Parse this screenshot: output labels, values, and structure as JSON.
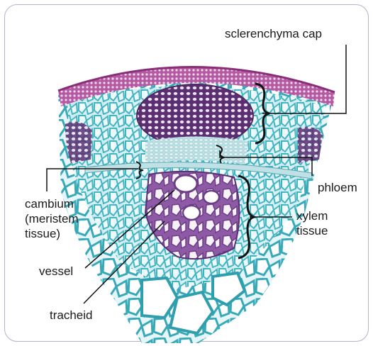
{
  "labels": {
    "sclerenchyma_cap": "sclerenchyma cap",
    "phloem": "phloem",
    "xylem_line1": "xylem",
    "xylem_line2": "tissue",
    "cambium_line1": "cambium",
    "cambium_line2": "(meristem",
    "cambium_line3": "tissue)",
    "vessel": "vessel",
    "tracheid": "tracheid"
  },
  "colors": {
    "frame_border": "#b9b0c9",
    "epidermis": "#9c3f86",
    "sclerenchyma": "#6e3f86",
    "parenchyma": "#3fb2bf",
    "xylem": "#7b4a97",
    "label_line": "#111111"
  }
}
